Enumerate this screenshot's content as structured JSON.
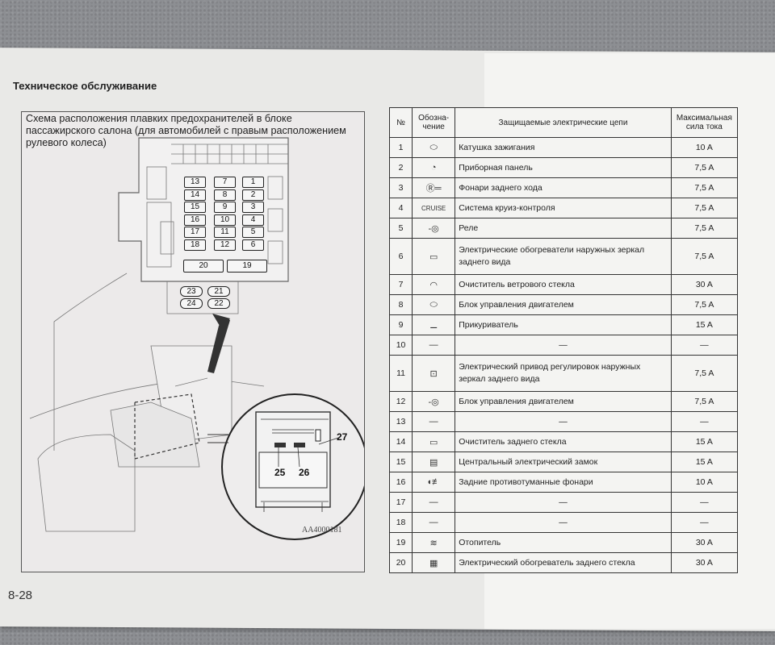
{
  "page": {
    "section_title": "Техническое обслуживание",
    "page_number": "8-28"
  },
  "diagram": {
    "title": "Схема расположения плавких предохранителей в блоке пассажирского салона (для автомобилей с правым расположением рулевого колеса)",
    "fuse_grid": [
      [
        "13",
        "7",
        "1"
      ],
      [
        "14",
        "8",
        "2"
      ],
      [
        "15",
        "9",
        "3"
      ],
      [
        "16",
        "10",
        "4"
      ],
      [
        "17",
        "11",
        "5"
      ],
      [
        "18",
        "12",
        "6"
      ]
    ],
    "wide_fuses": [
      "20",
      "19"
    ],
    "small_fuses": [
      "23",
      "21",
      "24",
      "22"
    ],
    "callouts": [
      "27",
      "25",
      "26"
    ],
    "figure_code": "AA4000181"
  },
  "table": {
    "headers": {
      "num": "№",
      "symbol": "Обозна-чение",
      "circuit": "Защищаемые электрические цепи",
      "current": "Максимальная сила тока"
    },
    "rows": [
      {
        "num": "1",
        "icon": "ignition-coil-icon",
        "desc": "Катушка зажигания",
        "amp": "10 A",
        "tall": false
      },
      {
        "num": "2",
        "icon": "instrument-panel-icon",
        "desc": "Приборная панель",
        "amp": "7,5 A",
        "tall": false
      },
      {
        "num": "3",
        "icon": "reverse-lamp-icon",
        "desc": "Фонари заднего хода",
        "amp": "7,5 A",
        "tall": false
      },
      {
        "num": "4",
        "icon": "cruise-icon",
        "desc": "Система круиз-контроля",
        "amp": "7,5 A",
        "tall": false,
        "glyph": "CRUISE"
      },
      {
        "num": "5",
        "icon": "relay-icon",
        "desc": "Реле",
        "amp": "7,5 A",
        "tall": false
      },
      {
        "num": "6",
        "icon": "mirror-heater-icon",
        "desc": "Электрические обогреватели наружных зеркал заднего вида",
        "amp": "7,5 A",
        "tall": true
      },
      {
        "num": "7",
        "icon": "windshield-wiper-icon",
        "desc": "Очиститель ветрового стекла",
        "amp": "30 A",
        "tall": false
      },
      {
        "num": "8",
        "icon": "engine-control-icon",
        "desc": "Блок управления двигателем",
        "amp": "7,5 A",
        "tall": false
      },
      {
        "num": "9",
        "icon": "cigarette-lighter-icon",
        "desc": "Прикуриватель",
        "amp": "15 A",
        "tall": false
      },
      {
        "num": "10",
        "icon": "none",
        "desc": "—",
        "amp": "—",
        "tall": false,
        "glyph": "—"
      },
      {
        "num": "11",
        "icon": "power-mirror-icon",
        "desc": "Электрический привод регулировок наружных зеркал заднего вида",
        "amp": "7,5 A",
        "tall": true
      },
      {
        "num": "12",
        "icon": "relay-icon",
        "desc": "Блок управления двигателем",
        "amp": "7,5 A",
        "tall": false
      },
      {
        "num": "13",
        "icon": "none",
        "desc": "—",
        "amp": "—",
        "tall": false,
        "glyph": "—"
      },
      {
        "num": "14",
        "icon": "rear-wiper-icon",
        "desc": "Очиститель заднего стекла",
        "amp": "15 A",
        "tall": false
      },
      {
        "num": "15",
        "icon": "door-lock-icon",
        "desc": "Центральный электрический замок",
        "amp": "15 A",
        "tall": false
      },
      {
        "num": "16",
        "icon": "rear-fog-lamp-icon",
        "desc": "Задние противотуманные фонари",
        "amp": "10 A",
        "tall": false
      },
      {
        "num": "17",
        "icon": "none",
        "desc": "—",
        "amp": "—",
        "tall": false,
        "glyph": "—"
      },
      {
        "num": "18",
        "icon": "none",
        "desc": "—",
        "amp": "—",
        "tall": false,
        "glyph": "—"
      },
      {
        "num": "19",
        "icon": "heater-icon",
        "desc": "Отопитель",
        "amp": "30 A",
        "tall": false
      },
      {
        "num": "20",
        "icon": "rear-defogger-icon",
        "desc": "Электрический обогреватель заднего стекла",
        "amp": "30 A",
        "tall": false
      }
    ]
  }
}
